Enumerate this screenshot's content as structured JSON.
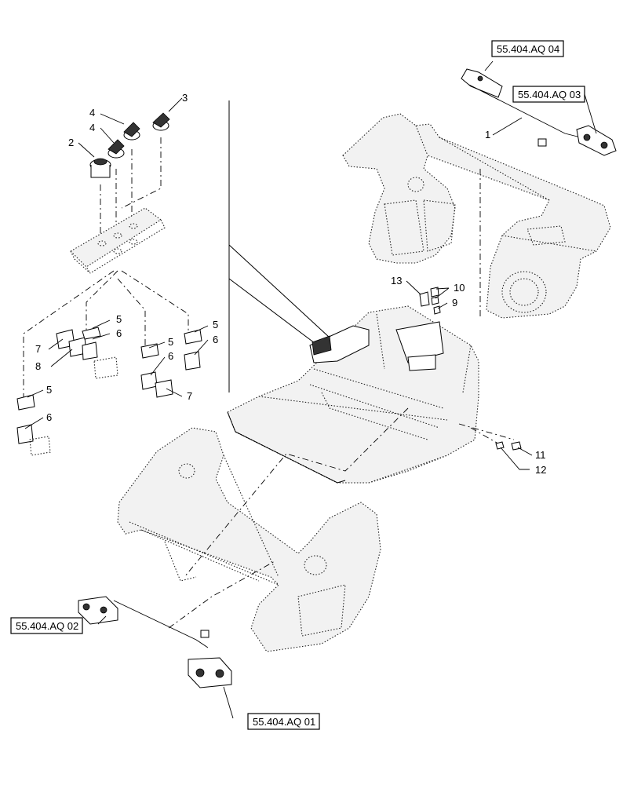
{
  "refs": {
    "r1": "55.404.AQ 04",
    "r2": "55.404.AQ 03",
    "r3": "55.404.AQ 02",
    "r4": "55.404.AQ 01"
  },
  "callouts": {
    "c1": "1",
    "c2": "2",
    "c3": "3",
    "c4a": "4",
    "c4b": "4",
    "c5a": "5",
    "c5b": "5",
    "c5c": "5",
    "c5d": "5",
    "c6a": "6",
    "c6b": "6",
    "c6c": "6",
    "c6d": "6",
    "c7a": "7",
    "c7b": "7",
    "c8": "8",
    "c9": "9",
    "c10": "10",
    "c11": "11",
    "c12": "12",
    "c13": "13"
  }
}
